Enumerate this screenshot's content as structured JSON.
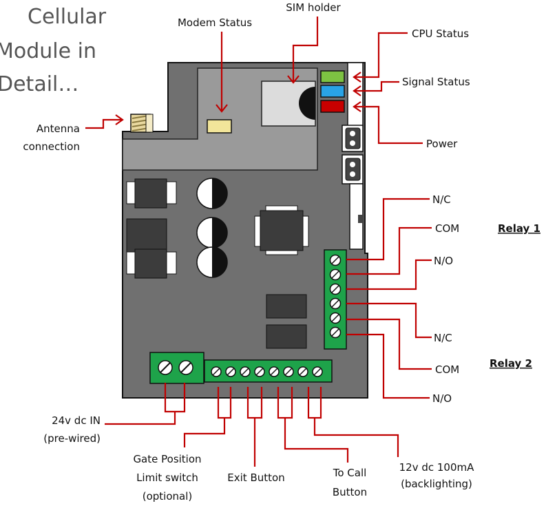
{
  "title": {
    "line1": "Cellular",
    "line2": "Module in",
    "line3": "Detail…"
  },
  "labels": {
    "modem_status": "Modem Status",
    "sim_holder": "SIM holder",
    "cpu_status": "CPU Status",
    "signal_status": "Signal Status",
    "power": "Power",
    "antenna_1": "Antenna",
    "antenna_2": "connection",
    "relay1_nc": "N/C",
    "relay1_com": "COM",
    "relay1_no": "N/O",
    "relay1_title": "Relay 1",
    "relay2_nc": "N/C",
    "relay2_com": "COM",
    "relay2_no": "N/O",
    "relay2_title": "Relay 2",
    "power_in_1": "24v dc IN",
    "power_in_2": "(pre-wired)",
    "gate_1": "Gate Position",
    "gate_2": "Limit switch",
    "gate_3": "(optional)",
    "exit_button": "Exit Button",
    "call_1": "To Call",
    "call_2": "Button",
    "backlight_1": "12v dc 100mA",
    "backlight_2": "(backlighting)"
  },
  "colors": {
    "board": "#707070",
    "shield": "#9a9a9a",
    "terminal": "#1ea34a",
    "leader": "#c00000",
    "led_cpu": "#7dc242",
    "led_signal": "#29a3e6",
    "led_power": "#c80000",
    "ic": "#3c3c3c",
    "text": "#111111",
    "title_text": "#555555"
  }
}
